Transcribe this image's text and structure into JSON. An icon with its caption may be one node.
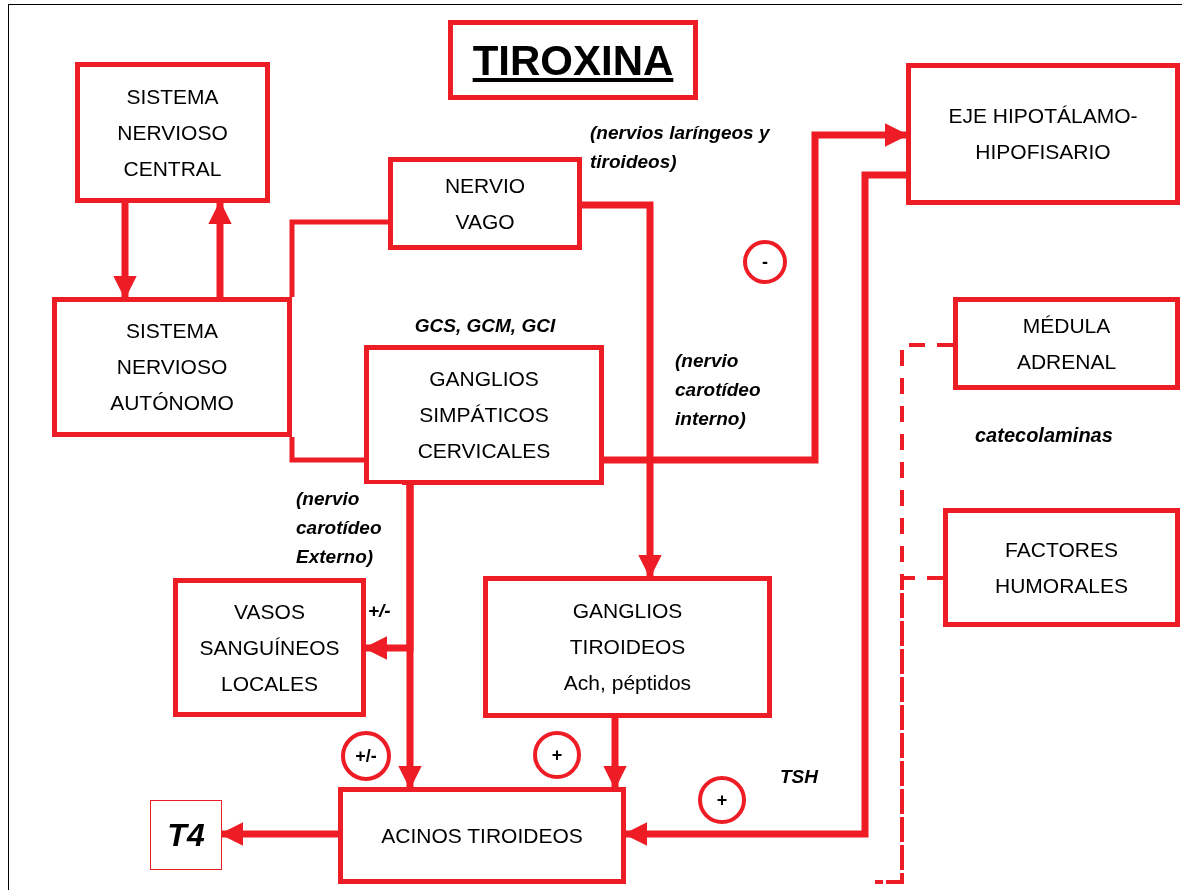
{
  "diagram": {
    "title": "TIROXINA",
    "nodes": [
      {
        "text": [
          "SISTEMA NERVIOSO CENTRAL"
        ]
      },
      {
        "text": [
          "SISTEMA NERVIOSO AUTÓNOMO"
        ]
      },
      {
        "text": [
          "NERVIO VAGO"
        ]
      },
      {
        "text": [
          "GANGLIOS SIMPÁTICOS CERVICALES"
        ],
        "beside": [
          "GCS, GCM, GCI"
        ]
      },
      {
        "text": [
          "EJE HIPOTÁLAMO-HIPOFISARIO"
        ]
      },
      {
        "text": [
          "MÉDULA ADRENAL"
        ]
      },
      {
        "text": [
          "FACTORES HUMORALES"
        ]
      },
      {
        "text": [
          "VASOS SANGUÍNEOS LOCALES"
        ]
      },
      {
        "text": [
          "GANGLIOS TIROIDEOS",
          "Ach, péptidos"
        ]
      },
      {
        "text": [
          "ACINOS TIROIDEOS"
        ]
      },
      {
        "text": [
          "T4"
        ]
      },
      {
        "text": [
          "-"
        ]
      },
      {
        "text": [
          "+/-"
        ]
      },
      {
        "text": [
          "+"
        ]
      },
      {
        "text": [
          "+"
        ]
      }
    ],
    "edges": [
      {
        "from": 0,
        "to": 1,
        "arrow": "to"
      },
      {
        "from": 1,
        "to": 0,
        "arrow": "to"
      },
      {
        "from": 1,
        "to": 2,
        "arrow": "none"
      },
      {
        "from": 1,
        "to": 3,
        "arrow": "none"
      },
      {
        "from": 2,
        "to": 8,
        "arrow": "to",
        "label": "(nervios laríngeos y tiroideos)"
      },
      {
        "from": 3,
        "to": 4,
        "arrow": "to",
        "label": "(nervio carotídeo interno)"
      },
      {
        "from": 3,
        "to": 9,
        "arrow": "to",
        "label": "(nervio carotídeo Externo)"
      },
      {
        "from": 3,
        "to": 7,
        "arrow": "to",
        "label": "+/-"
      },
      {
        "from": 8,
        "to": 9,
        "arrow": "to"
      },
      {
        "from": 4,
        "to": 9,
        "arrow": "to",
        "label": "TSH"
      },
      {
        "from": 9,
        "to": 10,
        "arrow": "to"
      },
      {
        "from": 5,
        "to": null,
        "arrow": "none",
        "style": "dashed"
      },
      {
        "from": 6,
        "to": null,
        "arrow": "none",
        "style": "dashed"
      }
    ],
    "labels": [
      "catecolaminas"
    ]
  }
}
